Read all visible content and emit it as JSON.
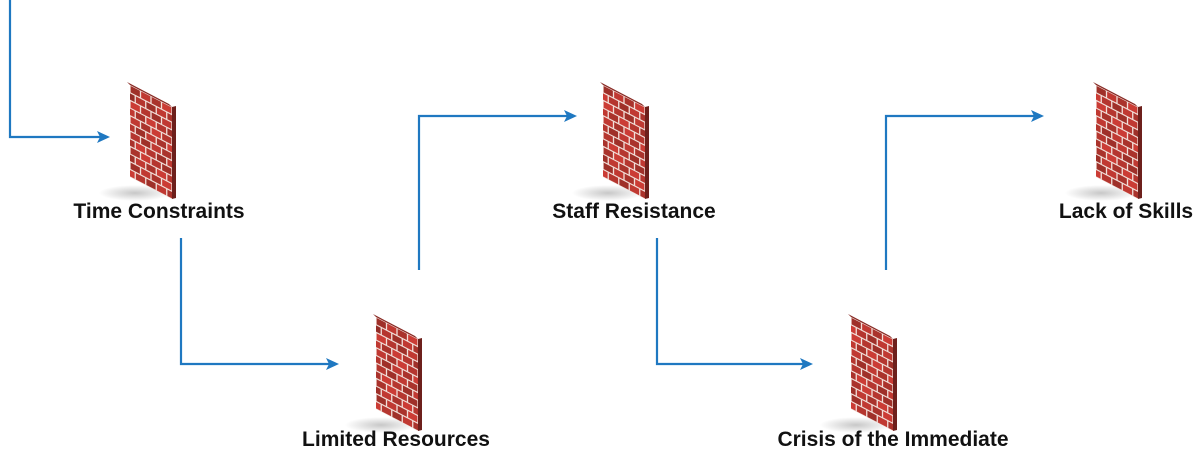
{
  "diagram": {
    "arrow_color": "#1f78c1",
    "brick_color": "#b5362f",
    "mortar_color": "#f1ded8",
    "barriers": [
      {
        "label": "Time Constraints"
      },
      {
        "label": "Limited Resources"
      },
      {
        "label": "Staff Resistance"
      },
      {
        "label": "Crisis of the Immediate"
      },
      {
        "label": "Lack of Skills"
      }
    ]
  }
}
